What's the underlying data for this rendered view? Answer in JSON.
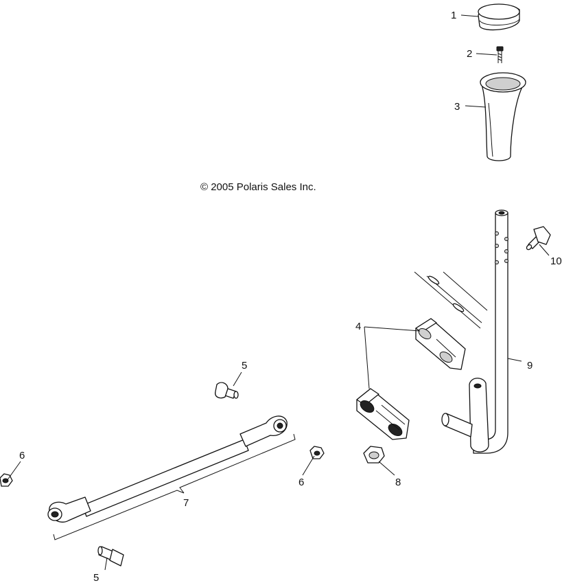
{
  "copyright": "© 2005 Polaris Sales Inc.",
  "callouts": {
    "c1": "1",
    "c2": "2",
    "c3": "3",
    "c4": "4",
    "c5a": "5",
    "c5b": "5",
    "c6a": "6",
    "c6b": "6",
    "c7": "7",
    "c8": "8",
    "c9": "9",
    "c10": "10"
  }
}
